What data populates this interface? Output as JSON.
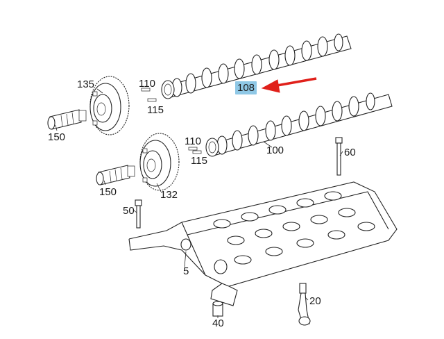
{
  "callouts": {
    "c135": "135",
    "c110a": "110",
    "c115a": "115",
    "c108": "108",
    "c150a": "150",
    "c110b": "110",
    "c115b": "115",
    "c100": "100",
    "c60": "60",
    "c150b": "150",
    "c132": "132",
    "c50": "50",
    "c5": "5",
    "c20": "20",
    "c40": "40"
  },
  "colors": {
    "highlight": "#8fc8e6",
    "arrow": "#e0201a",
    "line": "#222222"
  }
}
